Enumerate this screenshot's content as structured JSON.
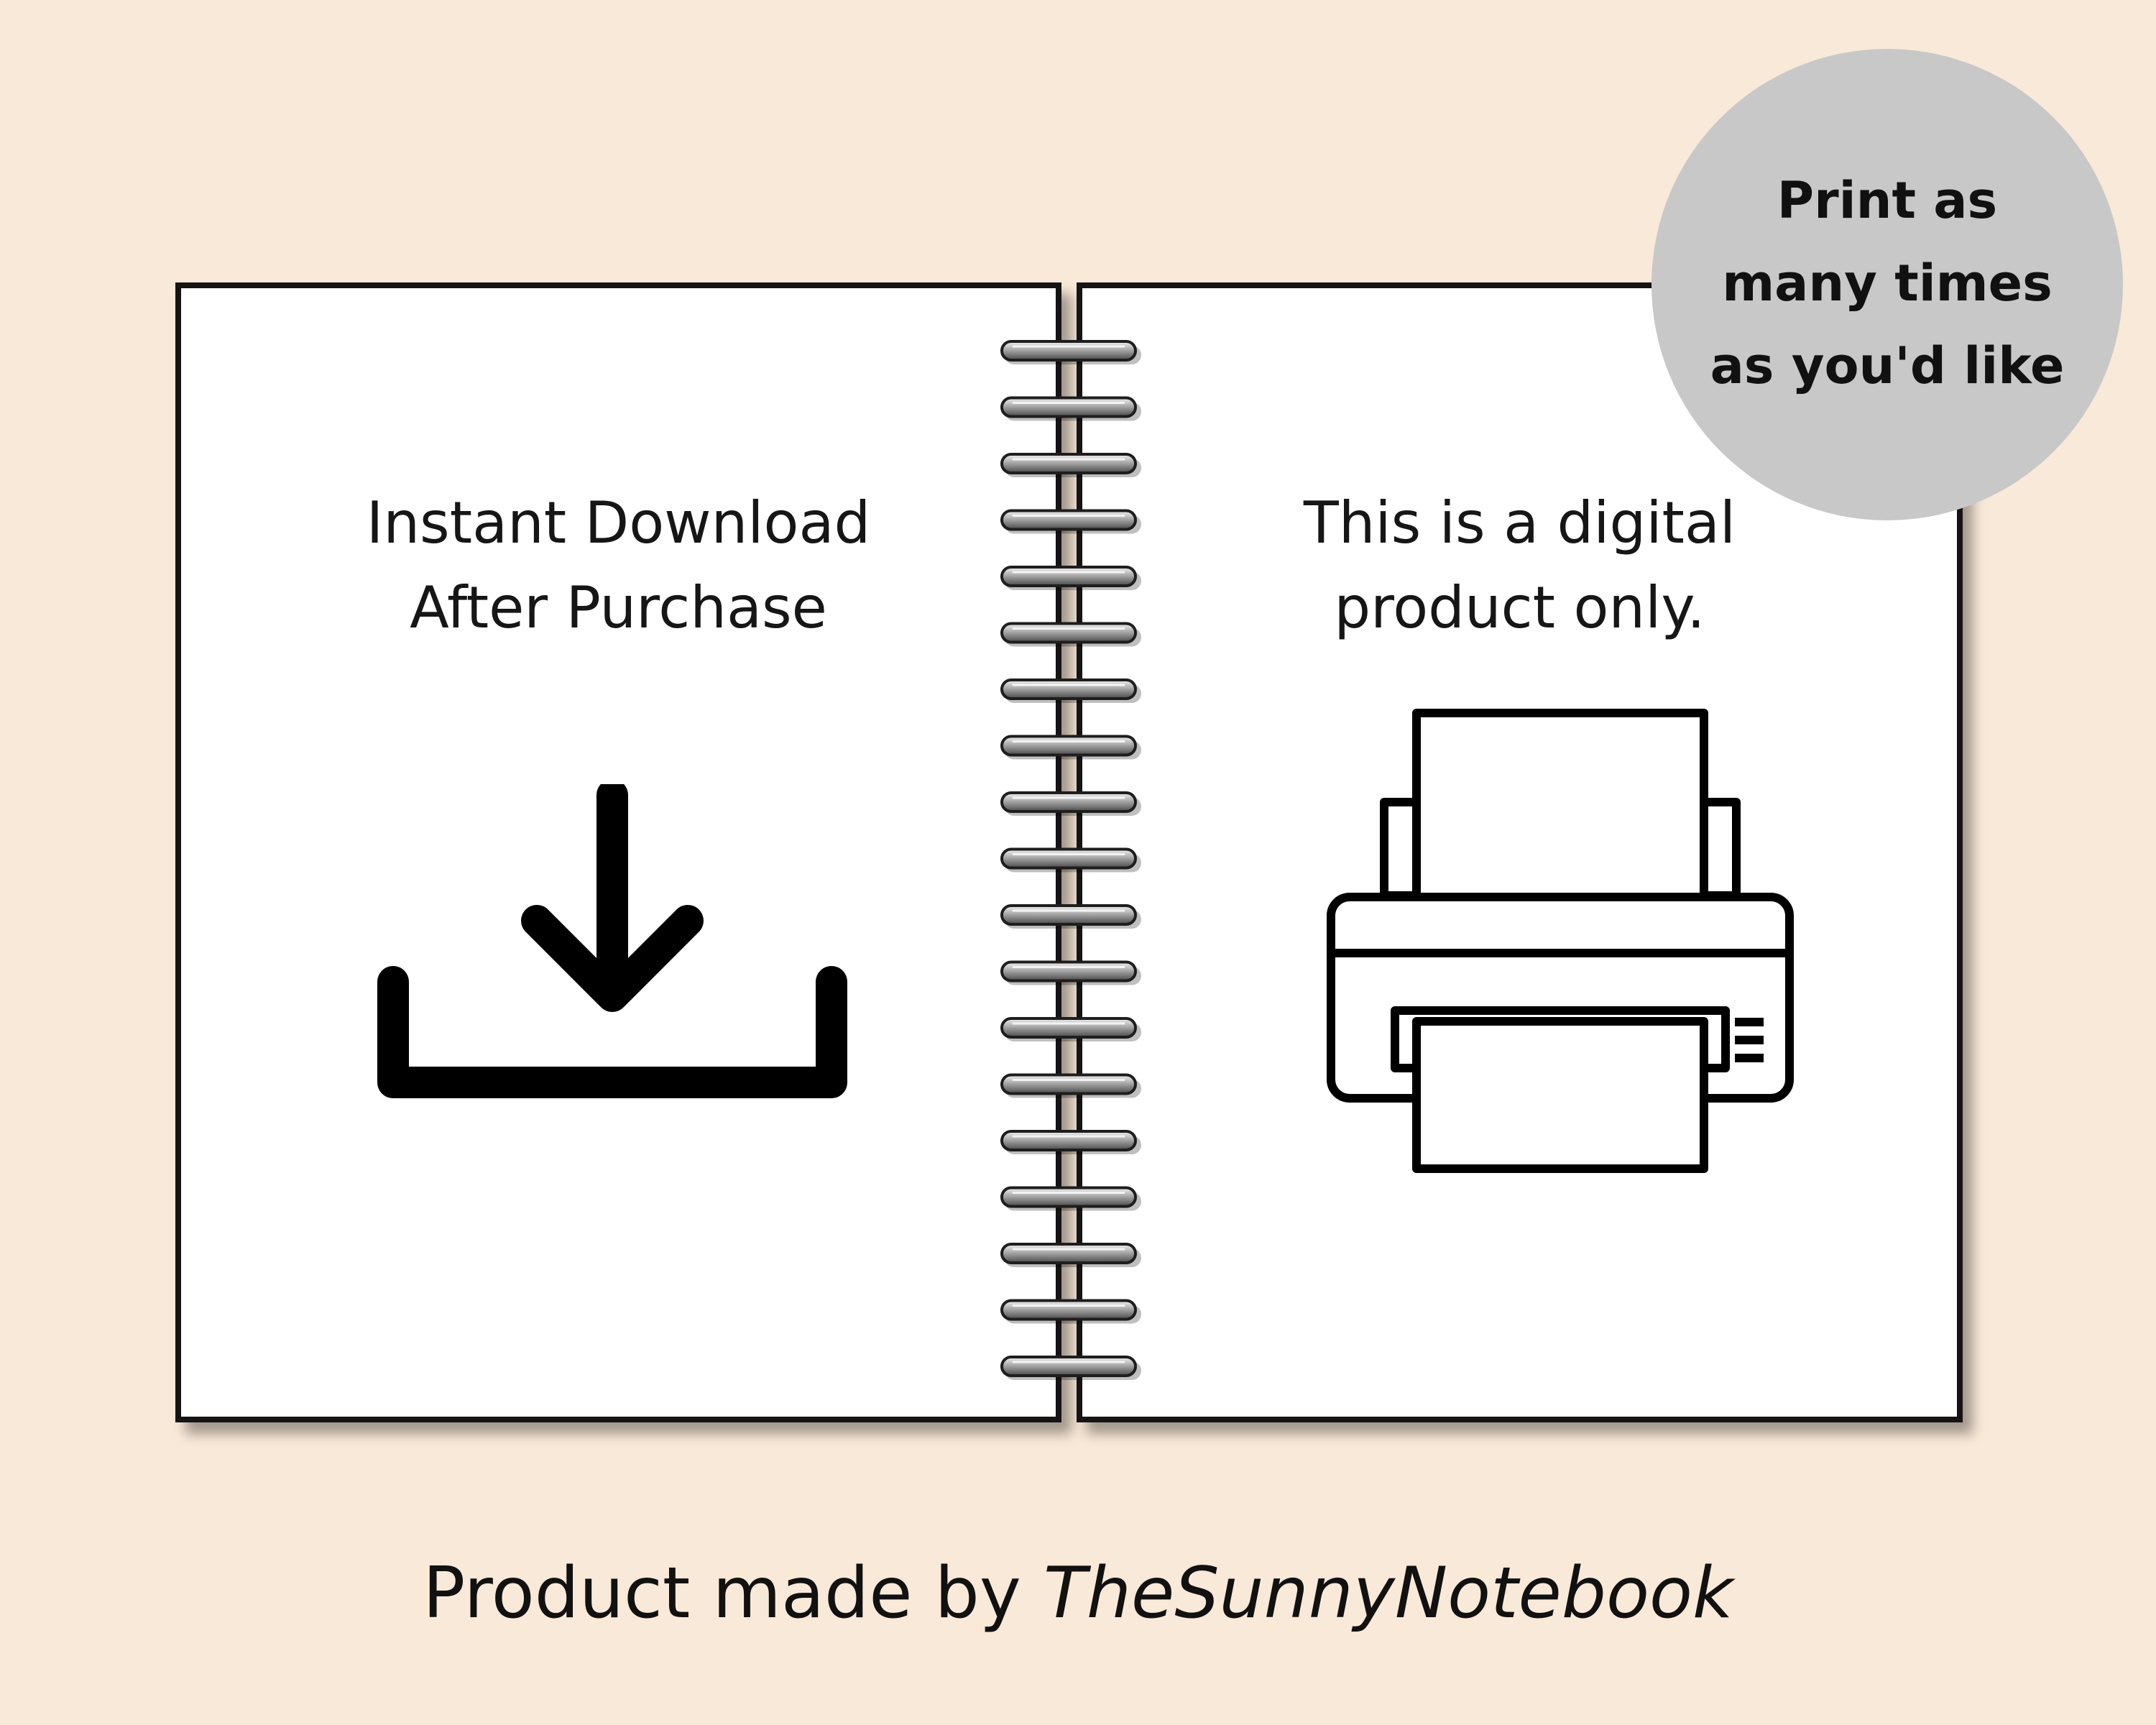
{
  "left_page": {
    "text": "Instant Download\nAfter Purchase",
    "icon": "download-icon"
  },
  "right_page": {
    "text": "This is a digital\nproduct only.",
    "icon": "printer-icon"
  },
  "badge": {
    "text": "Print as\nmany times\nas you'd like",
    "color": "#c8c8c8"
  },
  "footer": {
    "prefix": "Product made by ",
    "brand": "TheSunnyNotebook"
  },
  "colors": {
    "background": "#f9e9d8",
    "page": "#ffffff",
    "ink": "#111111"
  }
}
